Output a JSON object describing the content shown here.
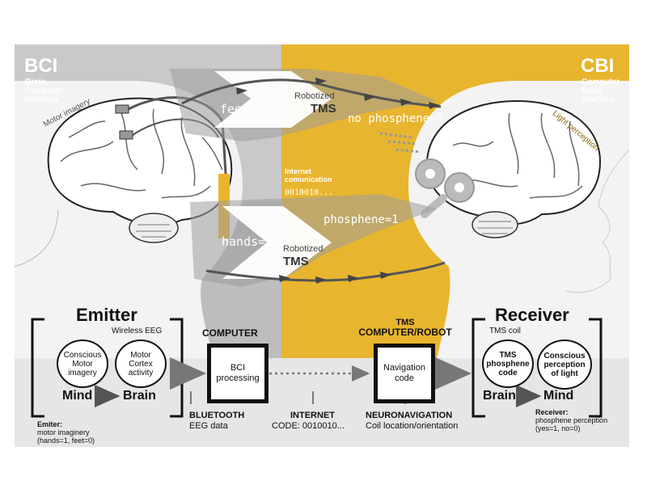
{
  "bci": {
    "title": "BCI",
    "line1": "Brain",
    "line2": "Computer",
    "line3": "Interface"
  },
  "cbi": {
    "title": "CBI",
    "line1": "Computer",
    "line2": "Brain",
    "line3": "Interface"
  },
  "motor_imagery": "Motor imagery",
  "light_perception": "Light perception",
  "top_flow": {
    "feet": "feet=0",
    "robotized": "Robotized",
    "tms": "TMS",
    "no_phosphene": "no phosphene=0"
  },
  "internet": {
    "line1": "Internet",
    "line2": "comunication",
    "code": "0010010..."
  },
  "bottom_flow": {
    "hands": "hands=1",
    "robotized": "Robotized",
    "tms": "TMS",
    "phosphene": "phosphene=1"
  },
  "emitter": {
    "title": "Emitter",
    "wireless_eeg": "Wireless EEG",
    "circle1": [
      "Conscious",
      "Motor",
      "imagery"
    ],
    "circle2": [
      "Motor",
      "Cortex",
      "activity"
    ],
    "mind": "Mind",
    "brain": "Brain",
    "note_title": "Emiter:",
    "note_line1": "motor imaginery",
    "note_line2": "(hands=1, feet=0)"
  },
  "computer": {
    "title": "COMPUTER",
    "box_line1": "BCI",
    "box_line2": "processing",
    "label_title": "BLUETOOTH",
    "label_sub": "EEG data"
  },
  "internet_bottom": {
    "title": "INTERNET",
    "code": "CODE: 0010010..."
  },
  "tms_robot": {
    "title1": "TMS",
    "title2": "COMPUTER/ROBOT",
    "box_line1": "Navigation",
    "box_line2": "code",
    "label_title": "NEURONAVIGATION",
    "label_sub": "Coil location/orientation"
  },
  "receiver": {
    "title": "Receiver",
    "tms_coil": "TMS coil",
    "circle1": [
      "TMS",
      "phosphene",
      "code"
    ],
    "circle2": [
      "Conscious",
      "perception",
      "of light"
    ],
    "brain": "Brain",
    "mind": "Mind",
    "note_title": "Receiver:",
    "note_line1": "phosphene perception",
    "note_line2": "(yes=1, no=0)"
  },
  "colors": {
    "gray_panel": "#c9c9c9",
    "yellow_panel": "#e8b52e",
    "light_band": "#e6e6e6",
    "dark": "#111111"
  }
}
